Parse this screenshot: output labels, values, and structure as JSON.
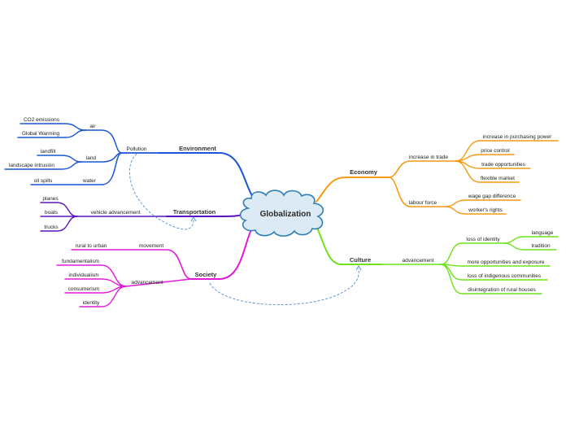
{
  "central_topic": "Globalization",
  "colors": {
    "environment": "#1a56d6",
    "transportation": "#5a12c0",
    "society": "#e21ad8",
    "economy": "#f59a12",
    "culture": "#6fe21a",
    "cloud_fill": "#dbeaf5",
    "cloud_stroke": "#2f7fb5",
    "relationship": "#4a90d9"
  },
  "branches": {
    "environment": {
      "label": "Environment",
      "pollution": "Pollution",
      "air": "air",
      "co2": "CO2 emissions",
      "global_warming": "Global Warming",
      "land": "land",
      "landfill": "landfill",
      "landscape_intrusion": "landscape intrusion",
      "water": "water",
      "oil_spills": "oil spills"
    },
    "transportation": {
      "label": "Transportation",
      "vehicle_advancement": "vehicle advancement",
      "planes": "planes",
      "boats": "boats",
      "trucks": "trucks"
    },
    "society": {
      "label": "Society",
      "movement": "movement",
      "rural_to_urban": "rural to urban",
      "advancement": "advancement",
      "fundamentalism": "fundamentalism",
      "individualism": "individualism",
      "consumerism": "consumerism",
      "identity": "identity"
    },
    "economy": {
      "label": "Economy",
      "increase_in_trade": "increase in trade",
      "purchasing_power": "increase in purchasing power",
      "price_control": "price control",
      "trade_opportunities": "trade opportunities",
      "flexible_market": "flexible market",
      "labour_force": "labour force",
      "wage_gap": "wage gap difference",
      "workers_rights": "worker's rights"
    },
    "culture": {
      "label": "Culture",
      "advancement": "advancement",
      "loss_of_identity": "loss of identity",
      "language": "language",
      "tradition": "tradition",
      "exposure": "more opportunities and exposure",
      "indigenous": "loss of indigenous communities",
      "rural_houses": "disintegration of rural houses"
    }
  }
}
